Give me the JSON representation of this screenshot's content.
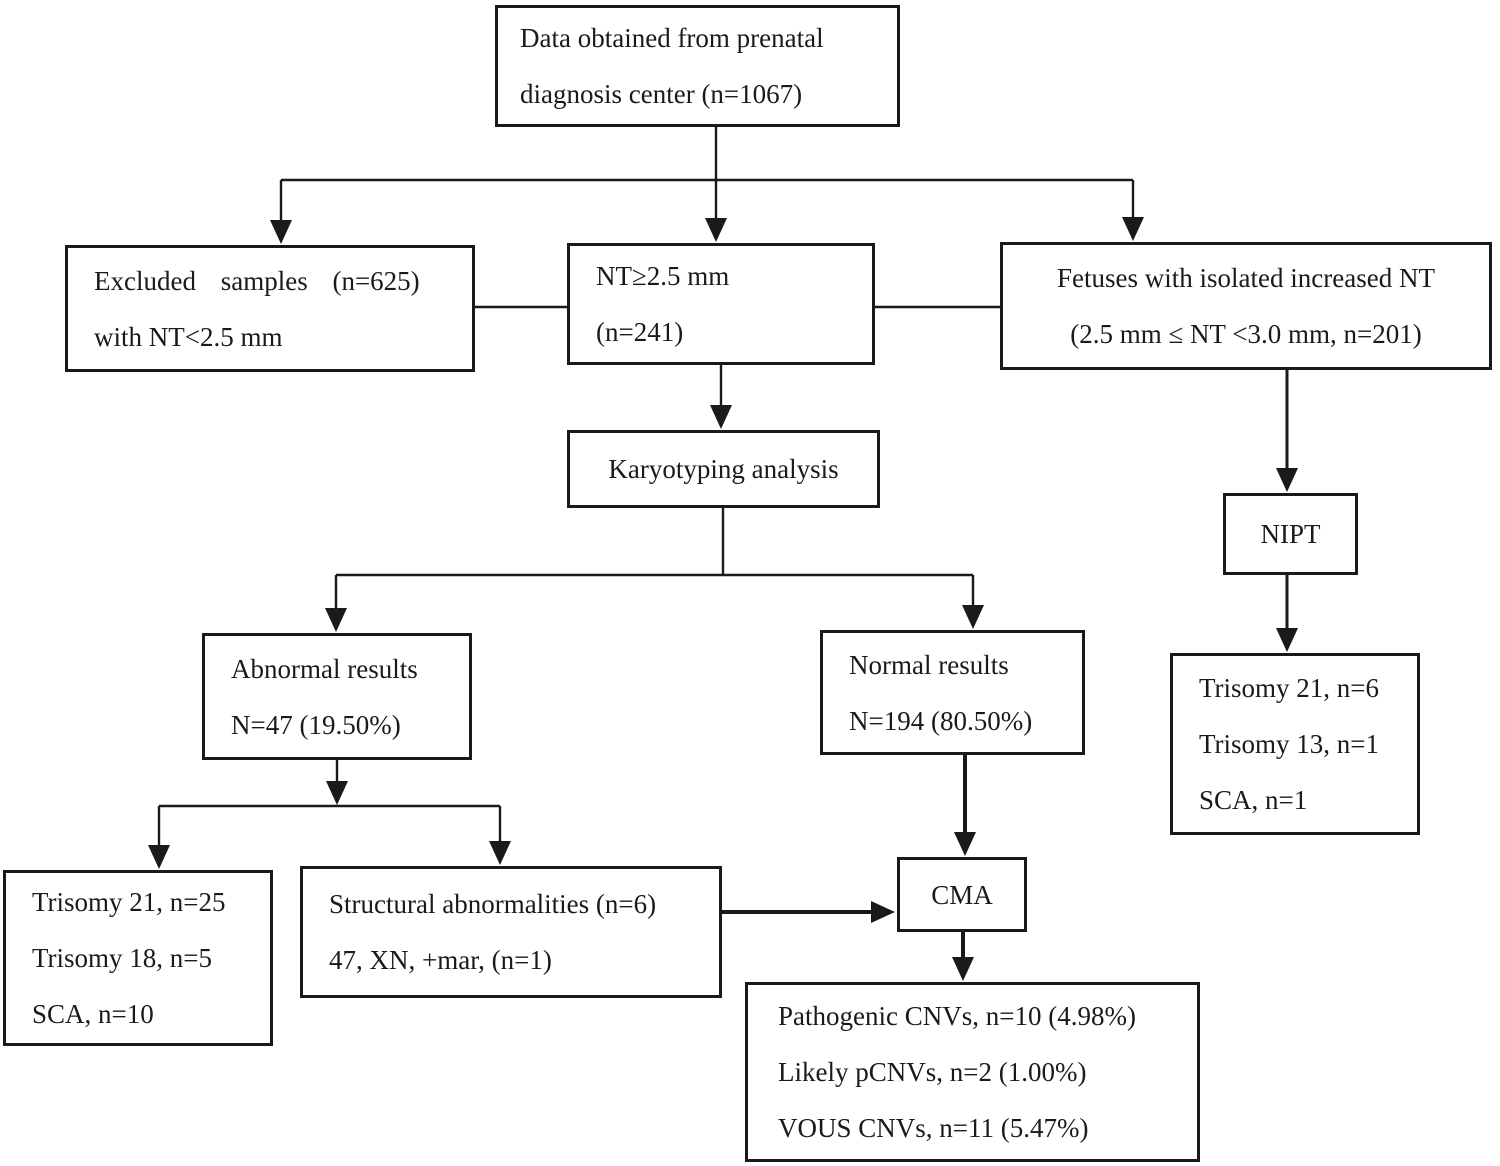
{
  "figure": {
    "title": "Prenatal diagnosis flowchart",
    "colors": {
      "line": "#1a1a1a",
      "background": "#ffffff",
      "text": "#1a1a1a"
    },
    "boxes": {
      "source": {
        "lines": [
          "Data obtained from prenatal",
          "diagnosis center (n=1067)"
        ]
      },
      "excluded": {
        "lines": [
          "Excluded samples (n=625)",
          "with NT<2.5 mm"
        ]
      },
      "nt_cutoff": {
        "lines": [
          "NT≥2.5 mm",
          "(n=241)"
        ]
      },
      "isolated_nt": {
        "lines": [
          "Fetuses with isolated increased NT",
          "(2.5 mm ≤ NT <3.0 mm, n=201)"
        ]
      },
      "karyotyping": {
        "lines": [
          "Karyotyping analysis"
        ]
      },
      "nipt": {
        "lines": [
          "NIPT"
        ]
      },
      "abnormal": {
        "lines": [
          "Abnormal results",
          "N=47 (19.50%)"
        ]
      },
      "normal": {
        "lines": [
          "Normal results",
          "N=194 (80.50%)"
        ]
      },
      "nipt_results": {
        "lines": [
          "Trisomy 21, n=6",
          "Trisomy 13, n=1",
          "SCA, n=1"
        ]
      },
      "numerical_abnormalities": {
        "lines": [
          "Trisomy 21, n=25",
          "Trisomy 18, n=5",
          "SCA, n=10"
        ]
      },
      "structural": {
        "lines": [
          "Structural abnormalities (n=6)",
          "47, XN, +mar, (n=1)"
        ]
      },
      "cma": {
        "lines": [
          "CMA"
        ]
      },
      "cma_results": {
        "lines": [
          "Pathogenic CNVs, n=10 (4.98%)",
          "Likely pCNVs, n=2 (1.00%)",
          "VOUS CNVs, n=11 (5.47%)"
        ]
      }
    }
  }
}
